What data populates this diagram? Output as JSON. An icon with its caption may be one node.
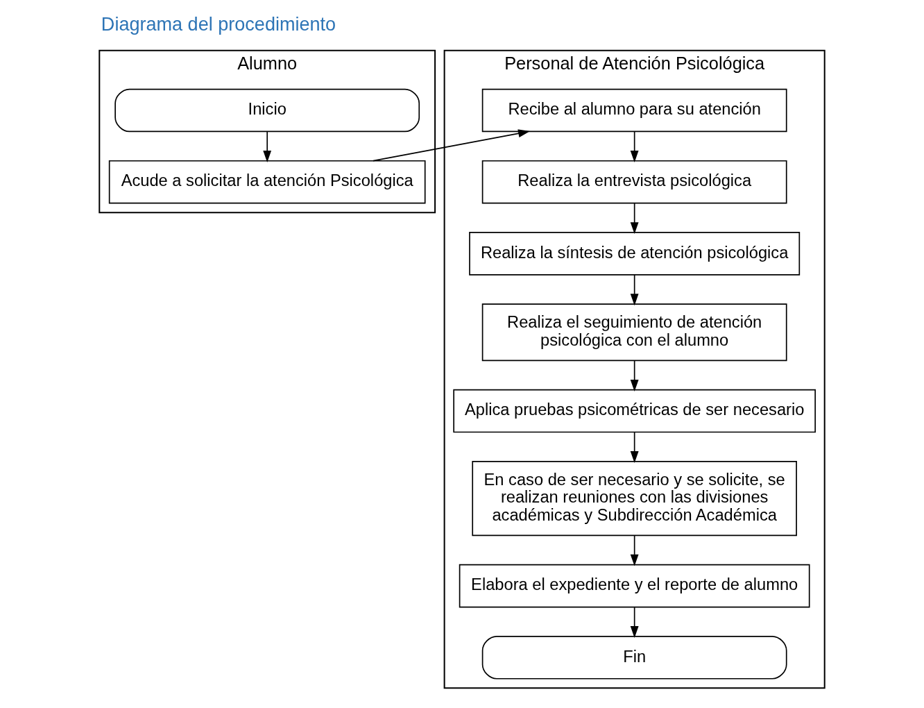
{
  "diagram": {
    "title": "Diagrama del procedimiento",
    "nodes": [
      {
        "text": [
          "Alumno"
        ]
      },
      {
        "text": [
          "Personal de Atención Psicológica"
        ]
      },
      {
        "text": [
          "Inicio"
        ],
        "in": 0
      },
      {
        "text": [
          "Acude a solicitar la atención Psicológica"
        ],
        "in": 0
      },
      {
        "text": [
          "Recibe al alumno para su atención"
        ],
        "in": 1
      },
      {
        "text": [
          "Realiza la entrevista psicológica"
        ],
        "in": 1
      },
      {
        "text": [
          "Realiza la síntesis de atención psicológica"
        ],
        "in": 1
      },
      {
        "text": [
          "Realiza el seguimiento de atención psicológica con el alumno"
        ],
        "in": 1
      },
      {
        "text": [
          "Aplica pruebas psicométricas de ser necesario"
        ],
        "in": 1
      },
      {
        "text": [
          "En caso de ser necesario y se solicite, se realizan reuniones con las divisiones académicas y Subdirección Académica"
        ],
        "in": 1
      },
      {
        "text": [
          "Elabora el expediente y el reporte de alumno"
        ],
        "in": 1
      },
      {
        "text": [
          "Fin"
        ],
        "in": 1
      }
    ],
    "edges": [
      {
        "from": 2,
        "to": 3,
        "arrow": "to"
      },
      {
        "from": 3,
        "to": 4,
        "arrow": "to"
      },
      {
        "from": 4,
        "to": 5,
        "arrow": "to"
      },
      {
        "from": 5,
        "to": 6,
        "arrow": "to"
      },
      {
        "from": 6,
        "to": 7,
        "arrow": "to"
      },
      {
        "from": 7,
        "to": 8,
        "arrow": "to"
      },
      {
        "from": 8,
        "to": 9,
        "arrow": "to"
      },
      {
        "from": 9,
        "to": 10,
        "arrow": "to"
      },
      {
        "from": 10,
        "to": 11,
        "arrow": "to"
      }
    ]
  }
}
